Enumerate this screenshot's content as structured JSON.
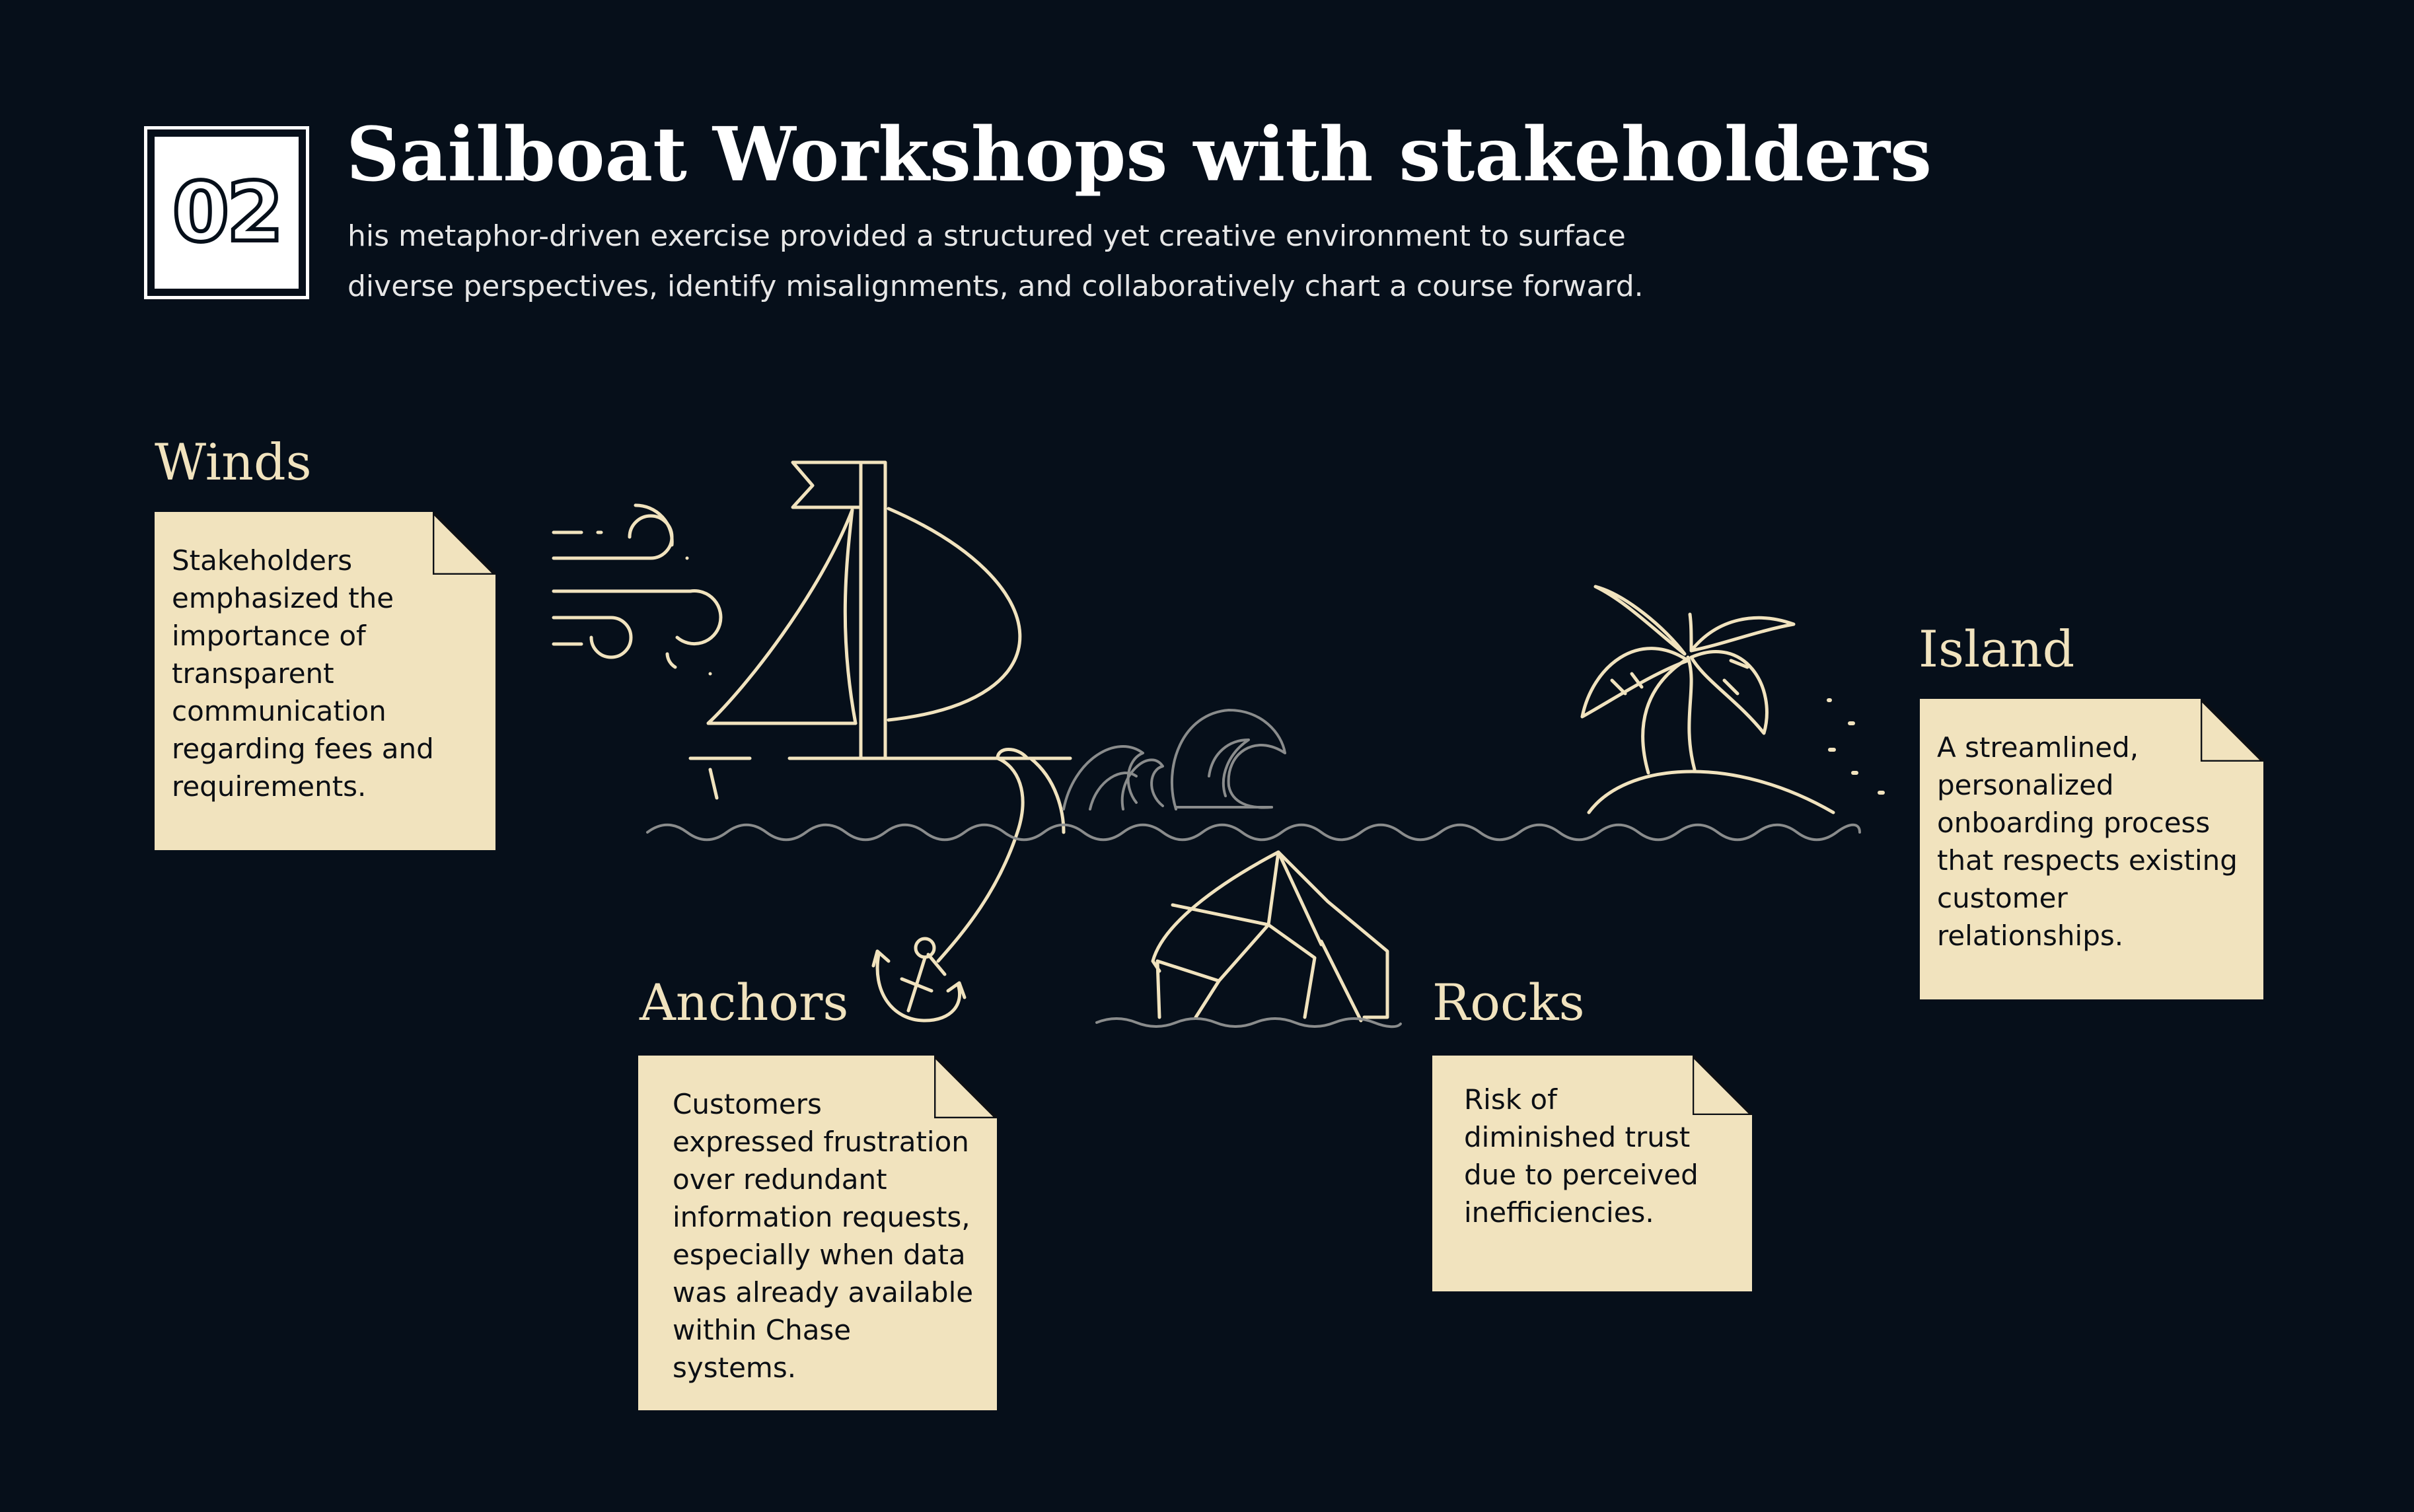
{
  "header": {
    "badge_number": "02",
    "title": "Sailboat Workshops with stakeholders",
    "subtitle_line1": "his metaphor-driven exercise provided a structured yet creative environment to surface",
    "subtitle_line2": "diverse perspectives, identify misalignments, and collaboratively chart a course forward."
  },
  "sections": {
    "winds": {
      "label": "Winds",
      "lines": [
        "Stakeholders",
        "emphasized the",
        "importance of",
        "transparent",
        "communication",
        "regarding fees and",
        "requirements."
      ]
    },
    "anchors": {
      "label": "Anchors",
      "lines": [
        "Customers",
        "expressed frustration",
        "over redundant",
        "information requests,",
        "especially when data",
        "was already available",
        "within Chase",
        "systems."
      ]
    },
    "rocks": {
      "label": "Rocks",
      "lines": [
        "Risk of",
        "diminished trust",
        "due to perceived",
        "inefficiencies."
      ]
    },
    "island": {
      "label": "Island",
      "lines": [
        "A streamlined,",
        "personalized",
        "onboarding process",
        "that respects existing",
        "customer",
        "relationships."
      ]
    }
  },
  "colors": {
    "background": "#060f1a",
    "note": "#f1e3be",
    "line_art": "#f1e3be",
    "muted_line_art": "#8a8c8c",
    "text_dark": "#0c0f14"
  },
  "icons": [
    "wind-icon",
    "sailboat-icon",
    "waves-icon",
    "anchor-icon",
    "rock-icon",
    "palm-island-icon"
  ]
}
